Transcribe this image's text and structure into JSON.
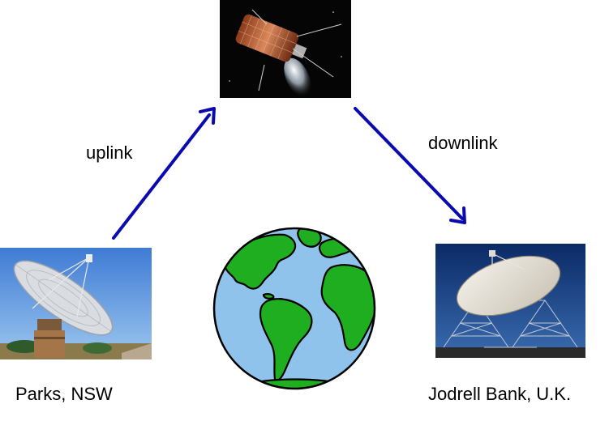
{
  "labels": {
    "uplink": "uplink",
    "downlink": "downlink",
    "left_station": "Parks, NSW",
    "right_station": "Jodrell Bank, U.K."
  },
  "colors": {
    "arrow": "#0a0ab0",
    "ocean": "#8fc3ec",
    "land": "#1fae1f",
    "outline": "#000000"
  },
  "icons": {
    "satellite": "satellite-photo",
    "parks": "parks-radio-telescope-photo",
    "earth": "earth-globe",
    "jodrell": "jodrell-bank-telescope-photo"
  }
}
